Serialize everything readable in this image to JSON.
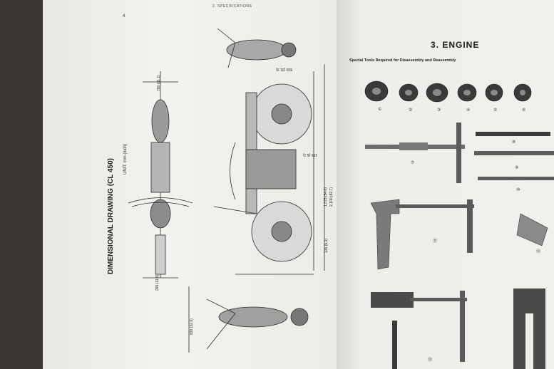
{
  "left_page": {
    "page_number": "4",
    "header": "2.   SPECIFICATIONS",
    "drawing_title": "DIMENSIONAL DRAWING (CL 450)",
    "unit": "UNIT: mm (inch)",
    "dimensions": {
      "width_top": "790 (31.1)",
      "width_bottom": "295 (11.6)",
      "seat_height": "810 (31.9)",
      "footpeg_height": "155 (6.1)",
      "overall_height": "1,375 (54.0)",
      "overall_length": "2,100 (82.7)",
      "ground_clearance": "135 (5.3)",
      "front_height": "830 (32.6)"
    }
  },
  "right_page": {
    "title": "3.  ENGINE",
    "caption": "Special Tools Required for Disassembly and Reassembly",
    "tool_numbers": [
      "①",
      "②",
      "③",
      "④",
      "⑤",
      "⑥",
      "⑦",
      "⑧",
      "⑨",
      "⑩",
      "⑪",
      "⑫",
      "⑬"
    ]
  }
}
